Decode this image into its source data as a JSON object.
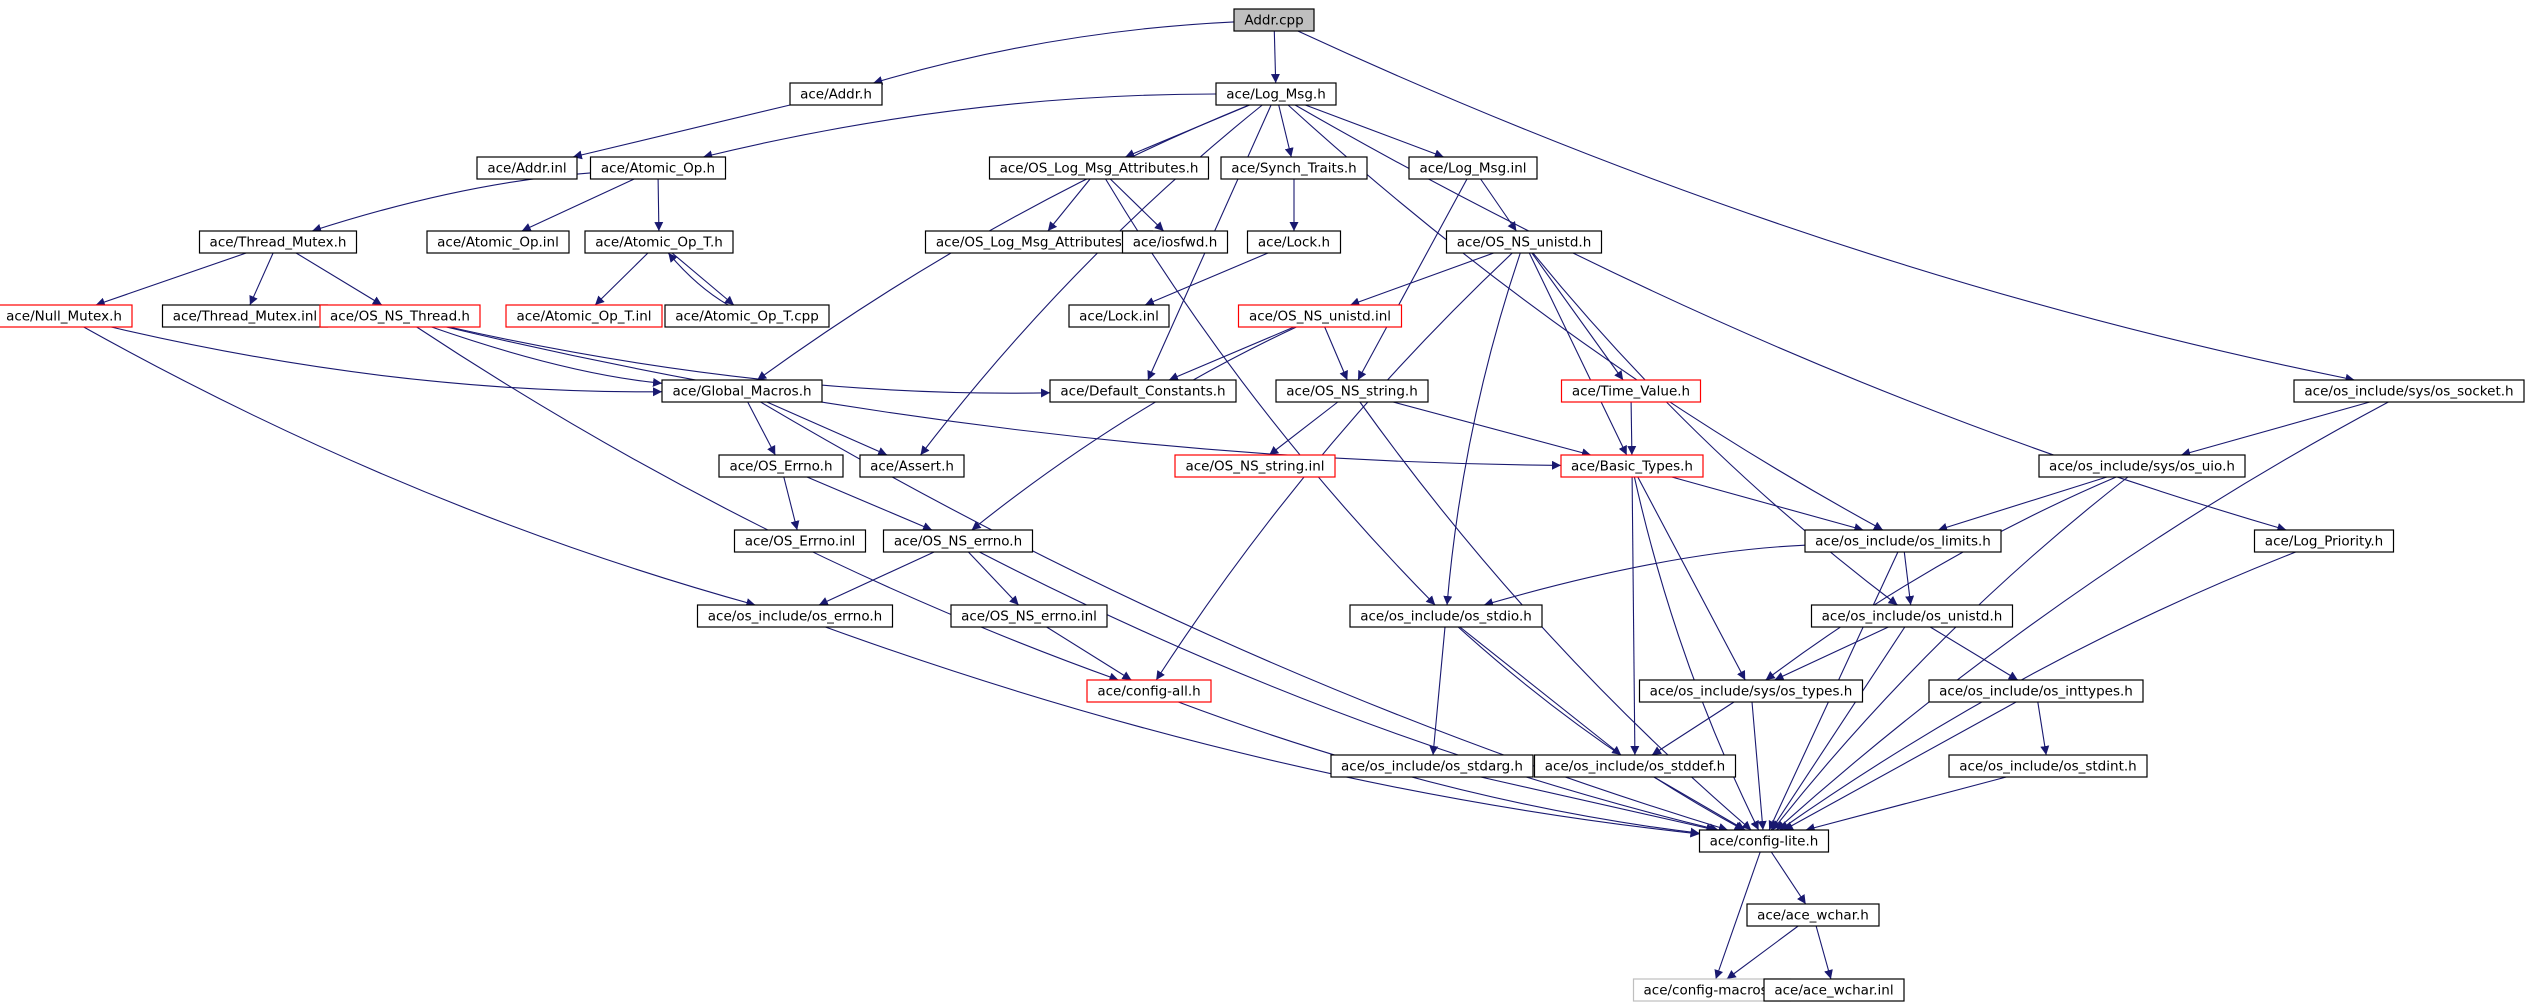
{
  "diagram": {
    "colors": {
      "edge": "#191970",
      "border": "#000000",
      "root_fill": "#bfbfbf",
      "truncated_border": "#ff0000",
      "missing_border": "#bfbfbf",
      "node_fill": "#ffffff",
      "text": "#000000"
    },
    "nodes": [
      {
        "id": "addr_cpp",
        "label": "Addr.cpp",
        "style": "root"
      },
      {
        "id": "addr_h",
        "label": "ace/Addr.h",
        "style": "normal"
      },
      {
        "id": "log_msg_h",
        "label": "ace/Log_Msg.h",
        "style": "normal"
      },
      {
        "id": "addr_inl",
        "label": "ace/Addr.inl",
        "style": "normal"
      },
      {
        "id": "atomic_op_h",
        "label": "ace/Atomic_Op.h",
        "style": "normal"
      },
      {
        "id": "os_log_msg_attr_h",
        "label": "ace/OS_Log_Msg_Attributes.h",
        "style": "normal"
      },
      {
        "id": "synch_traits_h",
        "label": "ace/Synch_Traits.h",
        "style": "normal"
      },
      {
        "id": "log_msg_inl",
        "label": "ace/Log_Msg.inl",
        "style": "normal"
      },
      {
        "id": "thread_mutex_h",
        "label": "ace/Thread_Mutex.h",
        "style": "normal"
      },
      {
        "id": "atomic_op_inl",
        "label": "ace/Atomic_Op.inl",
        "style": "normal"
      },
      {
        "id": "atomic_op_t_h",
        "label": "ace/Atomic_Op_T.h",
        "style": "normal"
      },
      {
        "id": "os_log_msg_attr_inl",
        "label": "ace/OS_Log_Msg_Attributes.inl",
        "style": "normal"
      },
      {
        "id": "iosfwd_h",
        "label": "ace/iosfwd.h",
        "style": "normal"
      },
      {
        "id": "lock_h",
        "label": "ace/Lock.h",
        "style": "normal"
      },
      {
        "id": "os_ns_unistd_h",
        "label": "ace/OS_NS_unistd.h",
        "style": "normal"
      },
      {
        "id": "null_mutex_h",
        "label": "ace/Null_Mutex.h",
        "style": "truncated"
      },
      {
        "id": "thread_mutex_inl",
        "label": "ace/Thread_Mutex.inl",
        "style": "normal"
      },
      {
        "id": "os_ns_thread_h",
        "label": "ace/OS_NS_Thread.h",
        "style": "truncated"
      },
      {
        "id": "atomic_op_t_inl",
        "label": "ace/Atomic_Op_T.inl",
        "style": "truncated"
      },
      {
        "id": "atomic_op_t_cpp",
        "label": "ace/Atomic_Op_T.cpp",
        "style": "normal"
      },
      {
        "id": "lock_inl",
        "label": "ace/Lock.inl",
        "style": "normal"
      },
      {
        "id": "os_ns_unistd_inl",
        "label": "ace/OS_NS_unistd.inl",
        "style": "truncated"
      },
      {
        "id": "global_macros_h",
        "label": "ace/Global_Macros.h",
        "style": "normal"
      },
      {
        "id": "default_constants_h",
        "label": "ace/Default_Constants.h",
        "style": "normal"
      },
      {
        "id": "os_ns_string_h",
        "label": "ace/OS_NS_string.h",
        "style": "normal"
      },
      {
        "id": "time_value_h",
        "label": "ace/Time_Value.h",
        "style": "truncated"
      },
      {
        "id": "os_socket_h",
        "label": "ace/os_include/sys/os_socket.h",
        "style": "normal"
      },
      {
        "id": "os_errno_h",
        "label": "ace/OS_Errno.h",
        "style": "normal"
      },
      {
        "id": "assert_h",
        "label": "ace/Assert.h",
        "style": "normal"
      },
      {
        "id": "os_ns_string_inl",
        "label": "ace/OS_NS_string.inl",
        "style": "truncated"
      },
      {
        "id": "basic_types_h",
        "label": "ace/Basic_Types.h",
        "style": "truncated"
      },
      {
        "id": "os_uio_h",
        "label": "ace/os_include/sys/os_uio.h",
        "style": "normal"
      },
      {
        "id": "os_errno_inl",
        "label": "ace/OS_Errno.inl",
        "style": "normal"
      },
      {
        "id": "os_ns_errno_h",
        "label": "ace/OS_NS_errno.h",
        "style": "normal"
      },
      {
        "id": "os_limits_h",
        "label": "ace/os_include/os_limits.h",
        "style": "normal"
      },
      {
        "id": "log_priority_h",
        "label": "ace/Log_Priority.h",
        "style": "normal"
      },
      {
        "id": "osinc_errno_h",
        "label": "ace/os_include/os_errno.h",
        "style": "normal"
      },
      {
        "id": "os_ns_errno_inl",
        "label": "ace/OS_NS_errno.inl",
        "style": "normal"
      },
      {
        "id": "os_stdio_h",
        "label": "ace/os_include/os_stdio.h",
        "style": "normal"
      },
      {
        "id": "os_unistd_h",
        "label": "ace/os_include/os_unistd.h",
        "style": "normal"
      },
      {
        "id": "config_all_h",
        "label": "ace/config-all.h",
        "style": "truncated"
      },
      {
        "id": "os_types_h",
        "label": "ace/os_include/sys/os_types.h",
        "style": "normal"
      },
      {
        "id": "os_inttypes_h",
        "label": "ace/os_include/os_inttypes.h",
        "style": "normal"
      },
      {
        "id": "os_stdarg_h",
        "label": "ace/os_include/os_stdarg.h",
        "style": "normal"
      },
      {
        "id": "os_stddef_h",
        "label": "ace/os_include/os_stddef.h",
        "style": "normal"
      },
      {
        "id": "os_stdint_h",
        "label": "ace/os_include/os_stdint.h",
        "style": "normal"
      },
      {
        "id": "config_lite_h",
        "label": "ace/config-lite.h",
        "style": "normal"
      },
      {
        "id": "ace_wchar_h",
        "label": "ace/ace_wchar.h",
        "style": "normal"
      },
      {
        "id": "config_macros_h",
        "label": "ace/config-macros.h",
        "style": "missing"
      },
      {
        "id": "ace_wchar_inl",
        "label": "ace/ace_wchar.inl",
        "style": "normal"
      }
    ],
    "edges": [
      [
        "addr_cpp",
        "addr_h"
      ],
      [
        "addr_cpp",
        "log_msg_h"
      ],
      [
        "addr_cpp",
        "os_socket_h"
      ],
      [
        "addr_h",
        "addr_inl"
      ],
      [
        "log_msg_h",
        "atomic_op_h"
      ],
      [
        "log_msg_h",
        "os_log_msg_attr_h"
      ],
      [
        "log_msg_h",
        "synch_traits_h"
      ],
      [
        "log_msg_h",
        "log_msg_inl"
      ],
      [
        "log_msg_h",
        "global_macros_h"
      ],
      [
        "log_msg_h",
        "assert_h"
      ],
      [
        "log_msg_h",
        "default_constants_h"
      ],
      [
        "log_msg_h",
        "os_limits_h"
      ],
      [
        "log_msg_h",
        "log_priority_h"
      ],
      [
        "atomic_op_h",
        "thread_mutex_h"
      ],
      [
        "atomic_op_h",
        "atomic_op_inl"
      ],
      [
        "atomic_op_h",
        "atomic_op_t_h"
      ],
      [
        "thread_mutex_h",
        "null_mutex_h"
      ],
      [
        "thread_mutex_h",
        "thread_mutex_inl"
      ],
      [
        "thread_mutex_h",
        "os_ns_thread_h"
      ],
      [
        "atomic_op_t_h",
        "atomic_op_t_inl"
      ],
      [
        "atomic_op_t_h",
        "atomic_op_t_cpp"
      ],
      [
        "atomic_op_t_cpp",
        "atomic_op_t_h"
      ],
      [
        "os_log_msg_attr_h",
        "os_log_msg_attr_inl"
      ],
      [
        "os_log_msg_attr_h",
        "iosfwd_h"
      ],
      [
        "os_log_msg_attr_h",
        "os_stdio_h"
      ],
      [
        "synch_traits_h",
        "lock_h"
      ],
      [
        "lock_h",
        "lock_inl"
      ],
      [
        "log_msg_inl",
        "os_ns_unistd_h"
      ],
      [
        "log_msg_inl",
        "os_ns_string_h"
      ],
      [
        "os_ns_unistd_h",
        "os_ns_unistd_inl"
      ],
      [
        "os_ns_unistd_h",
        "time_value_h"
      ],
      [
        "os_ns_unistd_h",
        "basic_types_h"
      ],
      [
        "os_ns_unistd_h",
        "os_unistd_h"
      ],
      [
        "os_ns_unistd_h",
        "os_stdio_h"
      ],
      [
        "os_ns_unistd_h",
        "config_all_h"
      ],
      [
        "os_ns_unistd_inl",
        "default_constants_h"
      ],
      [
        "os_ns_unistd_inl",
        "os_ns_string_h"
      ],
      [
        "os_ns_unistd_inl",
        "os_ns_errno_h"
      ],
      [
        "null_mutex_h",
        "global_macros_h"
      ],
      [
        "null_mutex_h",
        "osinc_errno_h"
      ],
      [
        "os_ns_thread_h",
        "global_macros_h"
      ],
      [
        "os_ns_thread_h",
        "default_constants_h"
      ],
      [
        "os_ns_thread_h",
        "basic_types_h"
      ],
      [
        "os_ns_thread_h",
        "config_all_h"
      ],
      [
        "global_macros_h",
        "os_errno_h"
      ],
      [
        "global_macros_h",
        "assert_h"
      ],
      [
        "global_macros_h",
        "config_lite_h"
      ],
      [
        "os_errno_h",
        "os_errno_inl"
      ],
      [
        "os_errno_h",
        "os_ns_errno_h"
      ],
      [
        "os_ns_errno_h",
        "osinc_errno_h"
      ],
      [
        "os_ns_errno_h",
        "os_ns_errno_inl"
      ],
      [
        "os_ns_errno_h",
        "config_lite_h"
      ],
      [
        "os_ns_errno_inl",
        "config_all_h"
      ],
      [
        "osinc_errno_h",
        "config_lite_h"
      ],
      [
        "os_ns_string_h",
        "os_ns_string_inl"
      ],
      [
        "os_ns_string_h",
        "basic_types_h"
      ],
      [
        "os_ns_string_h",
        "config_lite_h"
      ],
      [
        "time_value_h",
        "basic_types_h"
      ],
      [
        "basic_types_h",
        "os_limits_h"
      ],
      [
        "basic_types_h",
        "os_types_h"
      ],
      [
        "basic_types_h",
        "os_stddef_h"
      ],
      [
        "basic_types_h",
        "config_lite_h"
      ],
      [
        "os_socket_h",
        "os_uio_h"
      ],
      [
        "os_socket_h",
        "config_lite_h"
      ],
      [
        "os_uio_h",
        "os_limits_h"
      ],
      [
        "os_uio_h",
        "os_types_h"
      ],
      [
        "os_uio_h",
        "config_lite_h"
      ],
      [
        "os_limits_h",
        "os_stdio_h"
      ],
      [
        "os_limits_h",
        "os_unistd_h"
      ],
      [
        "os_limits_h",
        "config_lite_h"
      ],
      [
        "log_priority_h",
        "config_lite_h"
      ],
      [
        "os_stdio_h",
        "os_stdarg_h"
      ],
      [
        "os_stdio_h",
        "os_stddef_h"
      ],
      [
        "os_stdio_h",
        "config_lite_h"
      ],
      [
        "os_unistd_h",
        "os_types_h"
      ],
      [
        "os_unistd_h",
        "os_inttypes_h"
      ],
      [
        "os_unistd_h",
        "config_lite_h"
      ],
      [
        "os_types_h",
        "os_stddef_h"
      ],
      [
        "os_types_h",
        "config_lite_h"
      ],
      [
        "os_inttypes_h",
        "os_stdint_h"
      ],
      [
        "os_inttypes_h",
        "config_lite_h"
      ],
      [
        "os_stdint_h",
        "config_lite_h"
      ],
      [
        "os_stdarg_h",
        "config_lite_h"
      ],
      [
        "os_stddef_h",
        "config_lite_h"
      ],
      [
        "config_all_h",
        "config_lite_h"
      ],
      [
        "config_lite_h",
        "ace_wchar_h"
      ],
      [
        "config_lite_h",
        "config_macros_h"
      ],
      [
        "ace_wchar_h",
        "config_macros_h"
      ],
      [
        "ace_wchar_h",
        "ace_wchar_inl"
      ]
    ]
  }
}
